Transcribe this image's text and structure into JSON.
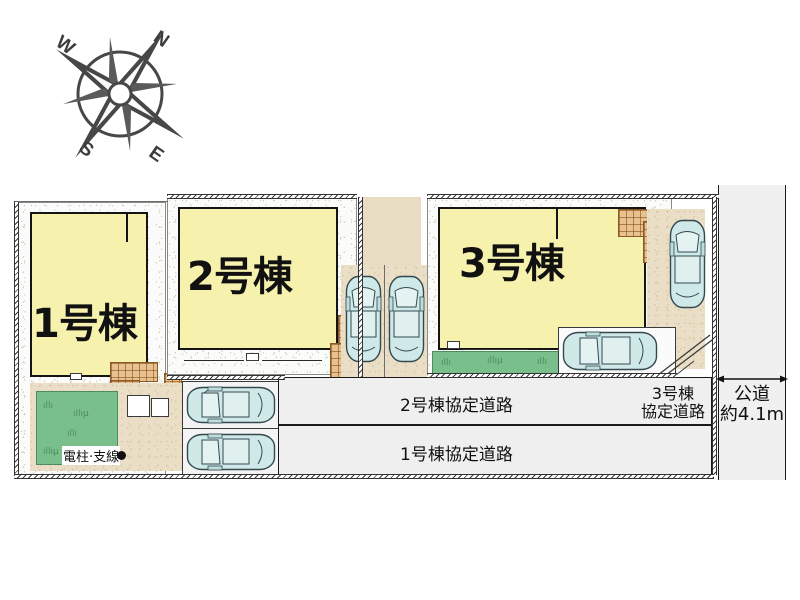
{
  "compass": {
    "name": "compass-rose",
    "north": "N",
    "south": "S",
    "east": "E",
    "west": "W",
    "rotation_deg": 35
  },
  "plan": {
    "title": "site-plan",
    "lots": [
      {
        "id": "lot-1",
        "label": "1号棟"
      },
      {
        "id": "lot-2",
        "label": "2号棟"
      },
      {
        "id": "lot-3",
        "label": "3号棟"
      }
    ],
    "roads": [
      {
        "id": "road-2",
        "label": "2号棟協定道路"
      },
      {
        "id": "road-1",
        "label": "1号棟協定道路"
      },
      {
        "id": "road-3",
        "label": "3号棟\n協定道路",
        "line1": "3号棟",
        "line2": "協定道路"
      }
    ],
    "public_road": {
      "line1": "公道",
      "line2": "約4.1m"
    },
    "annotations": [
      {
        "id": "utility-pole",
        "label": "電柱·支線"
      }
    ],
    "parking_counts": {
      "lot1": 2,
      "lot2": 2,
      "lot3": 2
    }
  },
  "colors": {
    "building_fill": "#f6f1ac",
    "lawn": "#79bf8b",
    "deck": "#e8c18f",
    "paving": "#e8dcc2",
    "road": "#efefef",
    "public_road": "#f0f0f0",
    "car_body": "#cfe9e8",
    "outline": "#141414"
  }
}
